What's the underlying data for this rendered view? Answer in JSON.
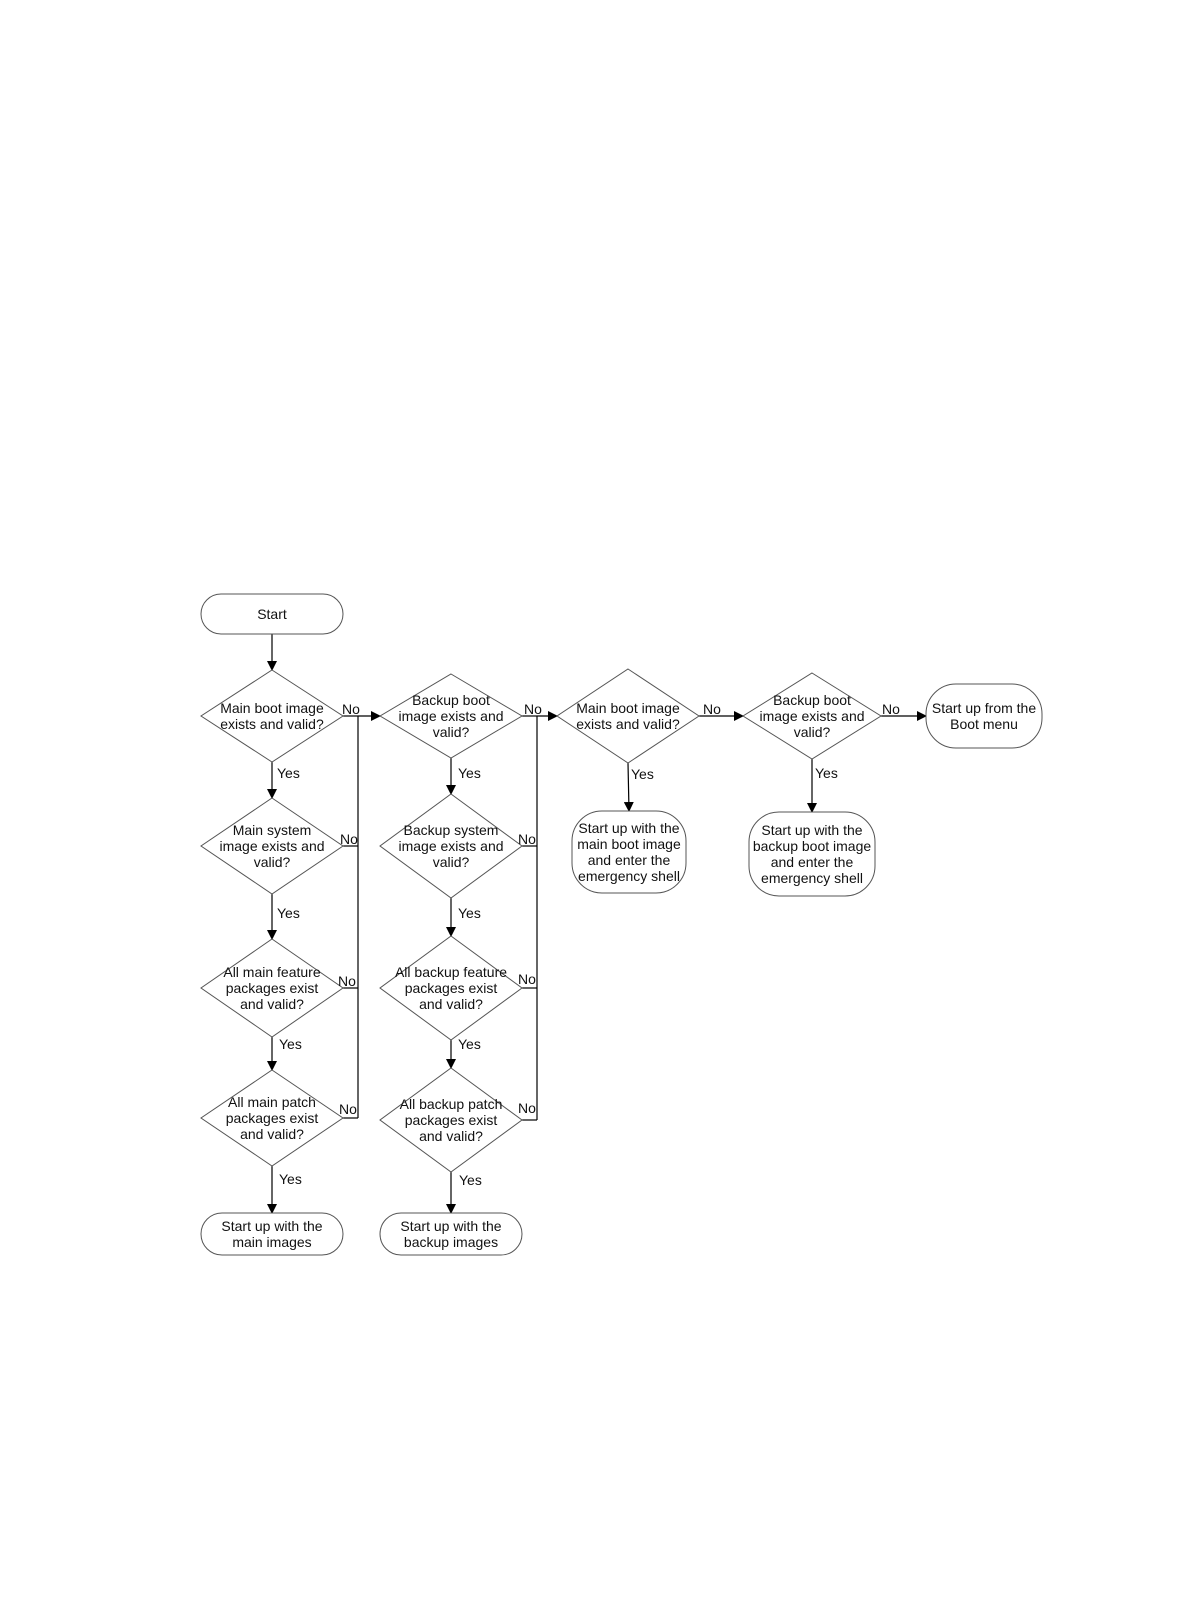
{
  "nodes": {
    "start": "Start",
    "d_main_boot": [
      "Main boot image",
      "exists and valid?"
    ],
    "d_main_system": [
      "Main system",
      "image exists and",
      "valid?"
    ],
    "d_main_feature": [
      "All main feature",
      "packages exist",
      "and valid?"
    ],
    "d_main_patch": [
      "All main patch",
      "packages exist",
      "and valid?"
    ],
    "t_main_images": [
      "Start up with the",
      "main images"
    ],
    "d_backup_boot": [
      "Backup boot",
      "image exists and",
      "valid?"
    ],
    "d_backup_system": [
      "Backup system",
      "image exists and",
      "valid?"
    ],
    "d_backup_feature": [
      "All backup feature",
      "packages exist",
      "and valid?"
    ],
    "d_backup_patch": [
      "All backup patch",
      "packages exist",
      "and valid?"
    ],
    "t_backup_images": [
      "Start up with the",
      "backup images"
    ],
    "d_main_boot_2": [
      "Main boot image",
      "exists and valid?"
    ],
    "t_main_boot_shell": [
      "Start up with the",
      "main boot image",
      "and enter the",
      "emergency shell"
    ],
    "d_backup_boot_2": [
      "Backup boot",
      "image exists and",
      "valid?"
    ],
    "t_backup_boot_shell": [
      "Start up with the",
      "backup boot image",
      "and enter the",
      "emergency shell"
    ],
    "t_boot_menu": [
      "Start up from the",
      "Boot menu"
    ]
  },
  "edge_labels": {
    "yes": "Yes",
    "no": "No"
  }
}
